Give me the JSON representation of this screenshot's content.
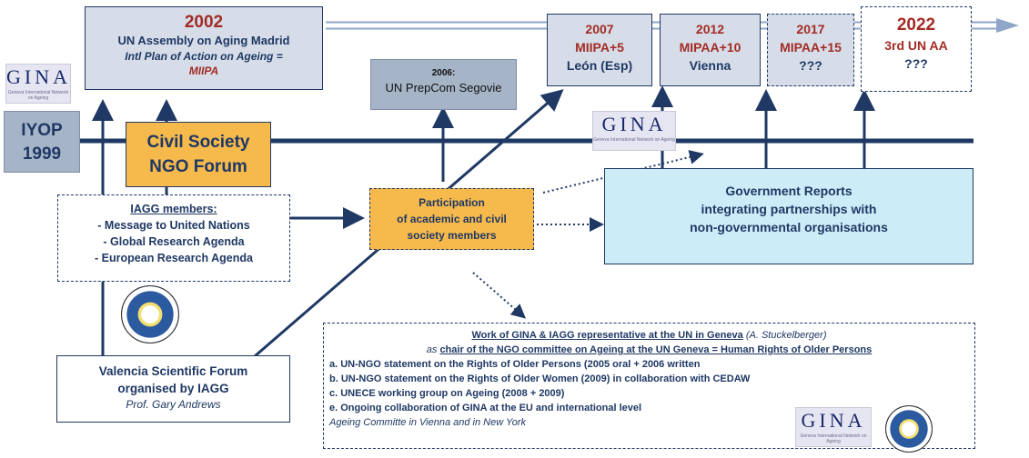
{
  "milestones": {
    "m2002": {
      "year": "2002",
      "line1": "UN Assembly on Aging Madrid",
      "line2": "Intl Plan of Action on Ageing =",
      "line3": "MIIPA"
    },
    "m2006": {
      "year": "2006:",
      "line1": "UN PrepCom Segovie"
    },
    "m2007": {
      "year": "2007",
      "line1": "MIIPA+5",
      "line2": "León (Esp)"
    },
    "m2012": {
      "year": "2012",
      "line1": "MIPAA+10",
      "line2": "Vienna"
    },
    "m2017": {
      "year": "2017",
      "line1": "MIPAA+15",
      "line2": "???"
    },
    "m2022": {
      "year": "2022",
      "line1": "3rd UN AA",
      "line2": "???"
    }
  },
  "iyop": {
    "line1": "IYOP",
    "line2": "1999"
  },
  "civil_society": {
    "line1": "Civil Society",
    "line2": "NGO Forum"
  },
  "iagg_members": {
    "title": "IAGG members:",
    "items": [
      "- Message to United Nations",
      "- Global Research Agenda",
      "- European Research Agenda"
    ]
  },
  "participation": {
    "line1": "Participation",
    "line2": "of academic and civil",
    "line3": "society members"
  },
  "government": {
    "line1": "Government Reports",
    "line2": "integrating partnerships with",
    "line3": "non-governmental organisations"
  },
  "valencia": {
    "line1": "Valencia Scientific  Forum",
    "line2": "organised by IAGG",
    "line3": "Prof. Gary Andrews"
  },
  "work": {
    "title_underlined": "Work of GINA & IAGG representative at the UN in Geneva",
    "title_italic": " (A. Stuckelberger)",
    "subtitle_prefix": "as ",
    "subtitle_underlined": "chair of the NGO committee on Ageing at the UN Geneva = Human Rights of Older Persons",
    "items": [
      "a. UN-NGO statement on the Rights of Older Persons (2005 oral + 2006 written",
      "b. UN-NGO statement on the Rights of Older Women (2009) in collaboration with CEDAW",
      "c. UNECE working group on Ageing (2008 + 2009)",
      "e. Ongoing collaboration of GINA at the EU and international level"
    ],
    "footer": "Ageing Committe in Vienna and  in New York"
  },
  "logos": {
    "gina_text": "GINA",
    "gina_subtext": "Geneva International Network on Ageing"
  },
  "colors": {
    "navy": "#1f3864",
    "red": "#a32b24",
    "orange": "#f6b94c",
    "lightblue": "#ccecf8",
    "grayblue": "#d6dde8",
    "slate": "#a6b4c8"
  }
}
